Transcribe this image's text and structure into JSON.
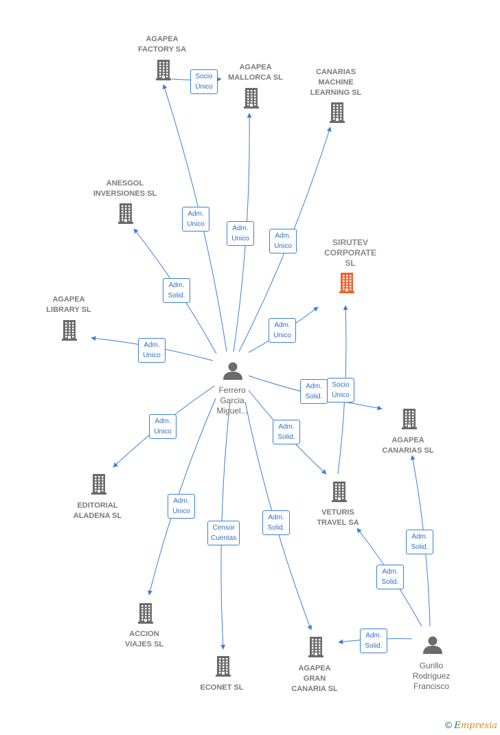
{
  "nodes": [
    {
      "id": "factory",
      "label": "AGAPEA\nFACTORY SA",
      "kind": "company"
    },
    {
      "id": "mallorca",
      "label": "AGAPEA\nMALLORCA SL",
      "kind": "company"
    },
    {
      "id": "canarias_ml",
      "label": "CANARIAS\nMACHINE\nLEARNING  SL",
      "kind": "company"
    },
    {
      "id": "anesgol",
      "label": "ANESGOL\nINVERSIONES SL",
      "kind": "company"
    },
    {
      "id": "sirutev",
      "label": "SIRUTEV\nCORPORATE\nSL",
      "kind": "company-highlight"
    },
    {
      "id": "library",
      "label": "AGAPEA\nLIBRARY SL",
      "kind": "company"
    },
    {
      "id": "ferrero",
      "label": "Ferrero\nGarcia\nMiguel...",
      "kind": "person"
    },
    {
      "id": "agapea_canarias",
      "label": "AGAPEA\nCANARIAS SL",
      "kind": "company"
    },
    {
      "id": "aladena",
      "label": "EDITORIAL\nALADENA SL",
      "kind": "company"
    },
    {
      "id": "veturis",
      "label": "VETURIS\nTRAVEL SA",
      "kind": "company"
    },
    {
      "id": "accion",
      "label": "ACCION\nVIAJES SL",
      "kind": "company"
    },
    {
      "id": "econet",
      "label": "ECONET SL",
      "kind": "company"
    },
    {
      "id": "gran_canaria",
      "label": "AGAPEA\nGRAN\nCANARIA  SL",
      "kind": "company"
    },
    {
      "id": "gurillo",
      "label": "Gurillo\nRodriguez\nFrancisco",
      "kind": "person"
    }
  ],
  "edges": [
    {
      "from": "ferrero",
      "to": "factory",
      "label": "Adm.\nUnico"
    },
    {
      "from": "ferrero",
      "to": "mallorca",
      "label": "Adm.\nUnico"
    },
    {
      "from": "ferrero",
      "to": "canarias_ml",
      "label": "Adm.\nUnico"
    },
    {
      "from": "ferrero",
      "to": "anesgol",
      "label": "Adm.\nSolid."
    },
    {
      "from": "ferrero",
      "to": "sirutev",
      "label": "Adm.\nUnico"
    },
    {
      "from": "ferrero",
      "to": "library",
      "label": "Adm.\nUnico"
    },
    {
      "from": "ferrero",
      "to": "agapea_canarias",
      "label": "Adm.\nSolid."
    },
    {
      "from": "ferrero",
      "to": "aladena",
      "label": "Adm.\nUnico"
    },
    {
      "from": "ferrero",
      "to": "veturis",
      "label": "Adm.\nSolid."
    },
    {
      "from": "ferrero",
      "to": "accion",
      "label": "Adm.\nUnico"
    },
    {
      "from": "ferrero",
      "to": "econet",
      "label": "Censor\nCuentas"
    },
    {
      "from": "ferrero",
      "to": "gran_canaria",
      "label": "Adm.\nSolid."
    },
    {
      "from": "factory",
      "to": "mallorca",
      "label": "Socio\nÚnico"
    },
    {
      "from": "veturis",
      "to": "sirutev",
      "label": "Socio\nÚnico"
    },
    {
      "from": "gurillo",
      "to": "agapea_canarias",
      "label": "Adm.\nSolid."
    },
    {
      "from": "gurillo",
      "to": "veturis",
      "label": "Adm.\nSolid."
    },
    {
      "from": "gurillo",
      "to": "gran_canaria",
      "label": "Adm.\nSolid."
    }
  ],
  "colors": {
    "company": "#6b6b6b",
    "highlight": "#f0622d",
    "person": "#6b6b6b",
    "edge": "#3a7fd5"
  },
  "footer": {
    "copyright": "©",
    "brand_initial": "E",
    "brand_rest": "mpresia"
  }
}
